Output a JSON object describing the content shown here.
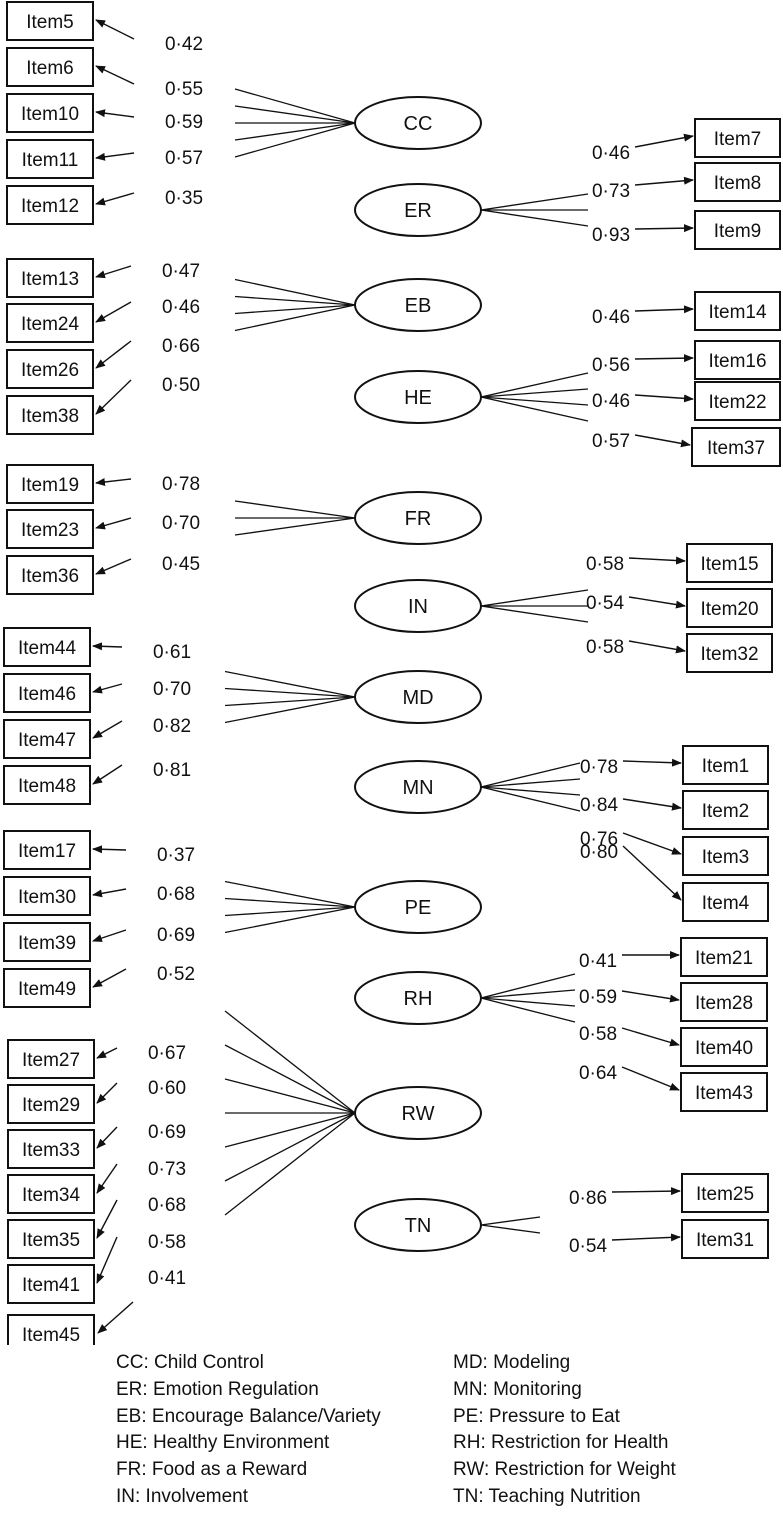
{
  "factors": [
    {
      "id": "CC",
      "side": "left",
      "items": [
        {
          "label": "Item5",
          "value": "0·42"
        },
        {
          "label": "Item6",
          "value": "0·55"
        },
        {
          "label": "Item10",
          "value": "0·59"
        },
        {
          "label": "Item11",
          "value": "0·57"
        },
        {
          "label": "Item12",
          "value": "0·35"
        }
      ]
    },
    {
      "id": "ER",
      "side": "right",
      "items": [
        {
          "label": "Item7",
          "value": "0·46"
        },
        {
          "label": "Item8",
          "value": "0·73"
        },
        {
          "label": "Item9",
          "value": "0·93"
        }
      ]
    },
    {
      "id": "EB",
      "side": "left",
      "items": [
        {
          "label": "Item13",
          "value": "0·47"
        },
        {
          "label": "Item24",
          "value": "0·46"
        },
        {
          "label": "Item26",
          "value": "0·66"
        },
        {
          "label": "Item38",
          "value": "0·50"
        }
      ]
    },
    {
      "id": "HE",
      "side": "right",
      "items": [
        {
          "label": "Item14",
          "value": "0·46"
        },
        {
          "label": "Item16",
          "value": "0·56"
        },
        {
          "label": "Item22",
          "value": "0·46"
        },
        {
          "label": "Item37",
          "value": "0·57"
        }
      ]
    },
    {
      "id": "FR",
      "side": "left",
      "items": [
        {
          "label": "Item19",
          "value": "0·78"
        },
        {
          "label": "Item23",
          "value": "0·70"
        },
        {
          "label": "Item36",
          "value": "0·45"
        }
      ]
    },
    {
      "id": "IN",
      "side": "right",
      "items": [
        {
          "label": "Item15",
          "value": "0·58"
        },
        {
          "label": "Item20",
          "value": "0·54"
        },
        {
          "label": "Item32",
          "value": "0·58"
        }
      ]
    },
    {
      "id": "MD",
      "side": "left",
      "items": [
        {
          "label": "Item44",
          "value": "0·61"
        },
        {
          "label": "Item46",
          "value": "0·70"
        },
        {
          "label": "Item47",
          "value": "0·82"
        },
        {
          "label": "Item48",
          "value": "0·81"
        }
      ]
    },
    {
      "id": "MN",
      "side": "right",
      "items": [
        {
          "label": "Item1",
          "value": "0·78"
        },
        {
          "label": "Item2",
          "value": "0·84"
        },
        {
          "label": "Item3",
          "value": "0·76"
        },
        {
          "label": "Item4",
          "value": "0·80"
        }
      ]
    },
    {
      "id": "PE",
      "side": "left",
      "items": [
        {
          "label": "Item17",
          "value": "0·37"
        },
        {
          "label": "Item30",
          "value": "0·68"
        },
        {
          "label": "Item39",
          "value": "0·69"
        },
        {
          "label": "Item49",
          "value": "0·52"
        }
      ]
    },
    {
      "id": "RH",
      "side": "right",
      "items": [
        {
          "label": "Item21",
          "value": "0·41"
        },
        {
          "label": "Item28",
          "value": "0·59"
        },
        {
          "label": "Item40",
          "value": "0·58"
        },
        {
          "label": "Item43",
          "value": "0·64"
        }
      ]
    },
    {
      "id": "RW",
      "side": "left",
      "items": [
        {
          "label": "Item27",
          "value": "0·67"
        },
        {
          "label": "Item29",
          "value": "0·60"
        },
        {
          "label": "Item33",
          "value": "0·69"
        },
        {
          "label": "Item34",
          "value": "0·73"
        },
        {
          "label": "Item35",
          "value": "0·68"
        },
        {
          "label": "Item41",
          "value": "0·58"
        },
        {
          "label": "Item45",
          "value": "0·41"
        }
      ]
    },
    {
      "id": "TN",
      "side": "right",
      "items": [
        {
          "label": "Item25",
          "value": "0·86"
        },
        {
          "label": "Item31",
          "value": "0·54"
        }
      ]
    }
  ],
  "legend": {
    "left": [
      "CC: Child Control",
      "ER: Emotion Regulation",
      "EB: Encourage Balance/Variety",
      "HE: Healthy Environment",
      "FR: Food as a Reward",
      "IN: Involvement"
    ],
    "right": [
      "MD: Modeling",
      "MN: Monitoring",
      "PE: Pressure to Eat",
      "RH: Restriction for Health",
      "RW: Restriction for Weight",
      "TN: Teaching Nutrition"
    ]
  }
}
